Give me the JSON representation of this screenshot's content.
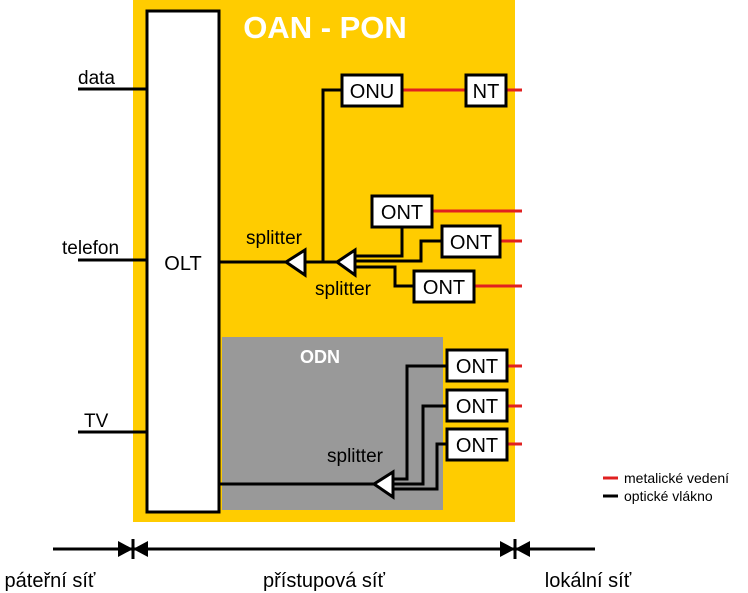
{
  "title": "OAN - PON",
  "odn_label": "ODN",
  "olt_label": "OLT",
  "inputs": {
    "data": "data",
    "telefon": "telefon",
    "tv": "TV"
  },
  "onu_label": "ONU",
  "nt_label": "NT",
  "ont_label": "ONT",
  "splitter_label": "splitter",
  "legend": {
    "metal": "metalické vedení",
    "optic": "optické vlákno"
  },
  "regions": {
    "backbone": "páteřní síť",
    "access": "přístupová síť",
    "local": "lokální síť"
  },
  "colors": {
    "panel": "#ffcc00",
    "odn": "#999999",
    "metal": "#e02020",
    "optic": "#000000"
  }
}
